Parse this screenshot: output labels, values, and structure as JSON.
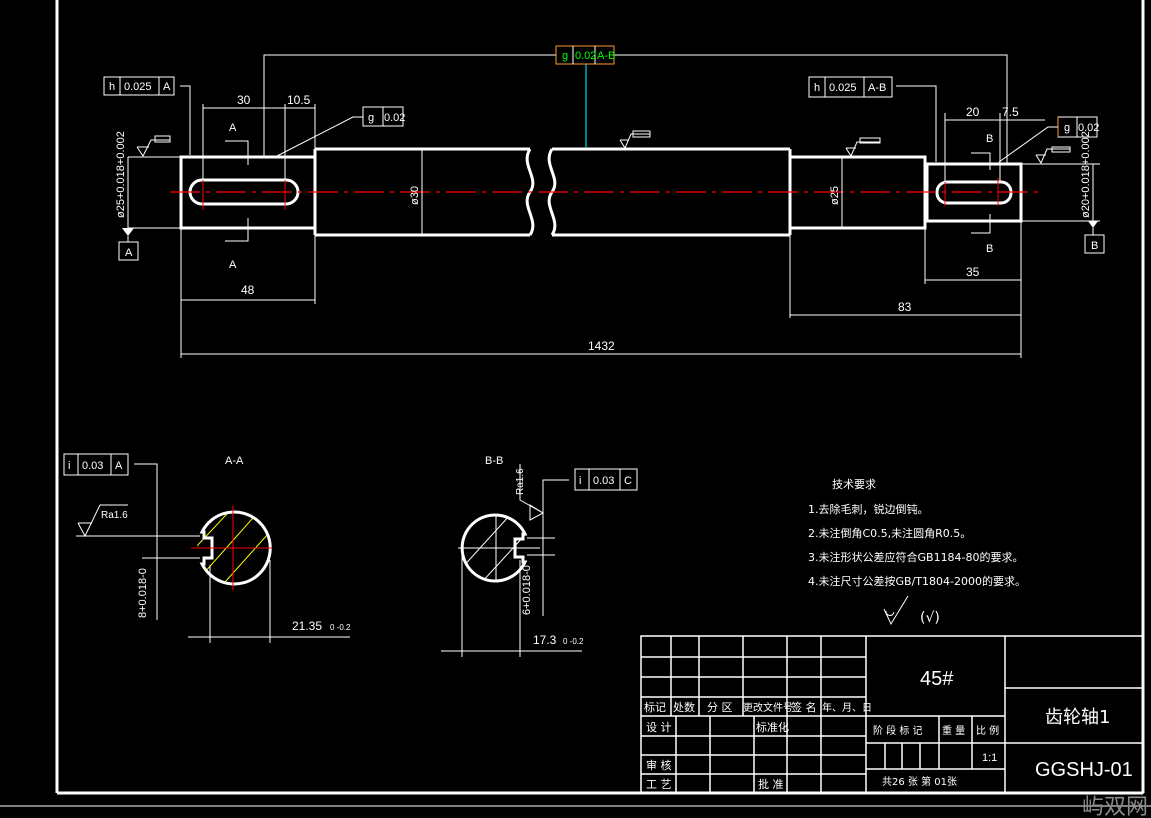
{
  "drawing": {
    "colors": {
      "background": "#000000",
      "line": "#ffffff",
      "centerline": "#ff0000",
      "hatch": "#ffff00",
      "leader": "#00ffff",
      "highlight": "#ff9933"
    },
    "fcf": {
      "top": {
        "symbol": "g",
        "value": "0.02",
        "datum": "A-B"
      },
      "left": {
        "symbol": "h",
        "value": "0.025",
        "datum": "A"
      },
      "left_key": {
        "symbol": "g",
        "value": "0.02"
      },
      "right": {
        "symbol": "h",
        "value": "0.025",
        "datum": "A-B"
      },
      "right_key": {
        "symbol": "g",
        "value": "0.02"
      },
      "section_a": {
        "symbol": "i",
        "value": "0.03",
        "datum": "A"
      },
      "section_b": {
        "symbol": "i",
        "value": "0.03",
        "datum": "C"
      }
    },
    "datums": {
      "a": "A",
      "b": "B"
    },
    "section_marks": {
      "a": "A",
      "b": "B"
    },
    "dims": {
      "d30_left": "30",
      "d10_5": "10.5",
      "d20": "20",
      "d7_5": "7.5",
      "d48": "48",
      "d83": "83",
      "d35": "35",
      "d1432": "1432",
      "dia_left": "ø25+0.018+0.002",
      "dia30": "ø30",
      "dia25": "ø25",
      "dia_right": "ø20+0.018+0.002"
    },
    "sections": {
      "a_title": "A-A",
      "b_title": "B-B",
      "a_ra": "Ra1.6",
      "b_ra": "Ra1.6",
      "a_width": "8+0.018-0",
      "b_width": "6+0.018-0",
      "a_depth": "21.35",
      "a_depth_tol": "0 -0.2",
      "b_depth": "17.3",
      "b_depth_tol": "0 -0.2"
    },
    "tech": {
      "title": "技术要求",
      "items": [
        "1.去除毛刺，锐边倒钝。",
        "2.未注倒角C0.5,未注圆角R0.5。",
        "3.未注形状公差应符合GB1184-80的要求。",
        "4.未注尺寸公差按GB/T1804-2000的要求。"
      ],
      "roughness_note": "(√)"
    },
    "title_block": {
      "headers": [
        "标记",
        "处数",
        "分 区",
        "更改文件号",
        "签 名",
        "年、月、日"
      ],
      "design": "设 计",
      "standard": "标准化",
      "review": "审 核",
      "process": "工 艺",
      "approve": "批 准",
      "material": "45#",
      "stage": "阶 段 标 记",
      "weight": "重 量",
      "scale": "比 例",
      "scale_value": "1:1",
      "sheets": "共26  张   第  01张",
      "part_name": "齿轮轴1",
      "drawing_no": "GGSHJ-01"
    },
    "watermark": "屿双网"
  }
}
